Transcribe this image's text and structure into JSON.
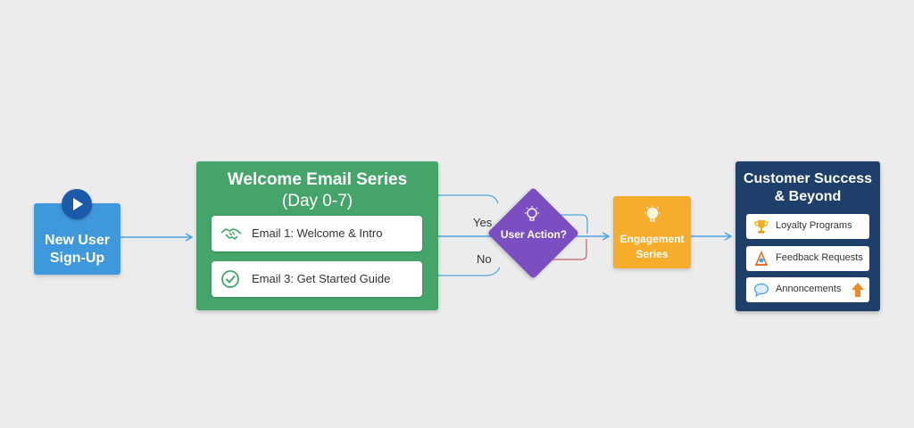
{
  "nodes": {
    "start": {
      "label_line1": "New User",
      "label_line2": "Sign-Up",
      "icon": "play-icon",
      "color": "#3f97dc"
    },
    "welcome": {
      "title": "Welcome Email Series",
      "subtitle": "(Day 0-7)",
      "color": "#45a46a",
      "emails": [
        {
          "label": "Email 1: Welcome & Intro",
          "icon": "handshake-icon"
        },
        {
          "label": "Email 3: Get Started Guide",
          "icon": "checkmark-circle-icon"
        }
      ]
    },
    "decision": {
      "label": "User Action?",
      "icon": "lightbulb-icon",
      "color": "#7b4fc2",
      "yes_label": "Yes",
      "no_label": "No"
    },
    "engagement": {
      "label_line1": "Engagement",
      "label_line2": "Series",
      "icon": "lightbulb-icon",
      "color": "#f6ad2b"
    },
    "success": {
      "title_line1": "Customer Success",
      "title_line2": "& Beyond",
      "color": "#1d3f6a",
      "items": [
        {
          "label": "Loyalty Programs",
          "icon": "trophy-icon"
        },
        {
          "label": "Feedback Requests",
          "icon": "feedback-icon"
        },
        {
          "label": "Annoncements",
          "icon": "speech-bubble-icon",
          "extra_icon": "arrow-up-icon"
        }
      ]
    }
  },
  "colors": {
    "connector": "#4aa3e0",
    "no_connector": "#c0616a",
    "background": "#ececec"
  }
}
